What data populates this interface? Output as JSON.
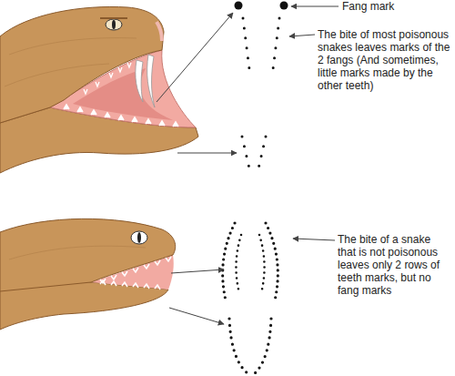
{
  "diagram": {
    "labels": [
      "Fang mark",
      "The bite of most poisonous snakes leaves marks of the 2 fangs (And sometimes, little marks made by the other teeth)",
      "The bite of a snake that is not poisonous leaves only 2 rows of teeth marks, but no fang marks"
    ]
  }
}
